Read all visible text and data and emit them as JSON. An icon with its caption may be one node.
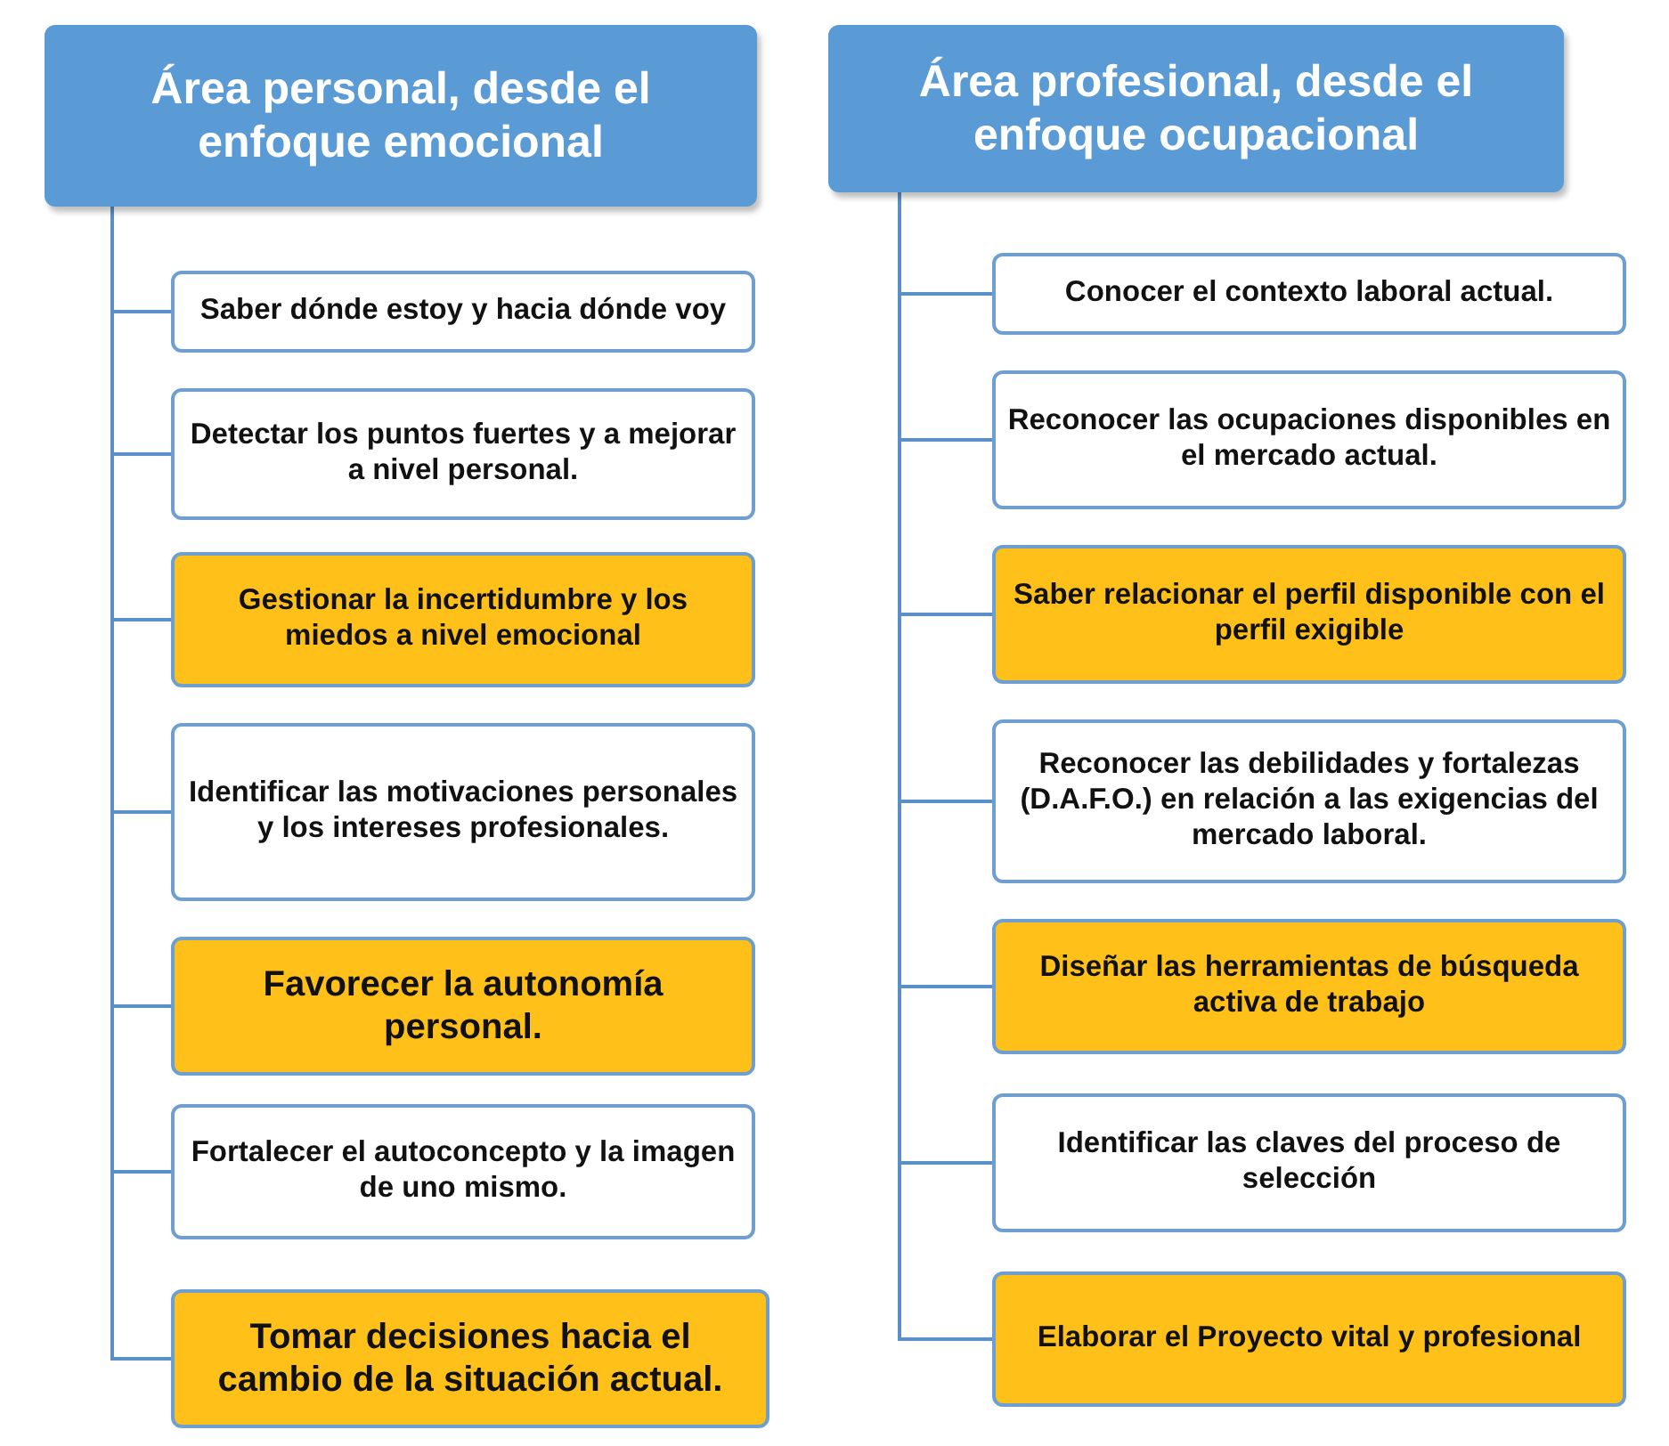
{
  "diagram": {
    "nodes": [
      {
        "text": [
          "Área personal, desde el enfoque emocional"
        ]
      },
      {
        "text": [
          "Saber dónde estoy y hacia dónde voy"
        ]
      },
      {
        "text": [
          "Detectar los puntos fuertes y a mejorar a nivel personal."
        ]
      },
      {
        "text": [
          "Gestionar la incertidumbre y los miedos a nivel emocional"
        ]
      },
      {
        "text": [
          "Identificar las motivaciones personales y los intereses profesionales."
        ]
      },
      {
        "text": [
          "Favorecer la autonomía personal."
        ]
      },
      {
        "text": [
          "Fortalecer el autoconcepto y la imagen de uno mismo."
        ]
      },
      {
        "text": [
          "Tomar decisiones hacia el cambio de la situación actual."
        ]
      },
      {
        "text": [
          "Área profesional, desde el enfoque ocupacional"
        ]
      },
      {
        "text": [
          "Conocer el contexto laboral actual."
        ]
      },
      {
        "text": [
          "Reconocer las ocupaciones disponibles en el mercado actual."
        ]
      },
      {
        "text": [
          "Saber relacionar el perfil disponible con el perfil exigible"
        ]
      },
      {
        "text": [
          "Reconocer las debilidades y fortalezas (D.A.F.O.) en relación a las exigencias del mercado laboral."
        ]
      },
      {
        "text": [
          "Diseñar  las herramientas de búsqueda activa de trabajo"
        ]
      },
      {
        "text": [
          "Identificar las claves del proceso de selección"
        ]
      },
      {
        "text": [
          "Elaborar el Proyecto vital y profesional"
        ]
      }
    ],
    "edges": [
      {
        "from": 0,
        "to": 1,
        "arrow": "none"
      },
      {
        "from": 0,
        "to": 2,
        "arrow": "none"
      },
      {
        "from": 0,
        "to": 3,
        "arrow": "none"
      },
      {
        "from": 0,
        "to": 4,
        "arrow": "none"
      },
      {
        "from": 0,
        "to": 5,
        "arrow": "none"
      },
      {
        "from": 0,
        "to": 6,
        "arrow": "none"
      },
      {
        "from": 0,
        "to": 7,
        "arrow": "none"
      },
      {
        "from": 8,
        "to": 9,
        "arrow": "none"
      },
      {
        "from": 8,
        "to": 10,
        "arrow": "none"
      },
      {
        "from": 8,
        "to": 11,
        "arrow": "none"
      },
      {
        "from": 8,
        "to": 12,
        "arrow": "none"
      },
      {
        "from": 8,
        "to": 13,
        "arrow": "none"
      },
      {
        "from": 8,
        "to": 14,
        "arrow": "none"
      },
      {
        "from": 8,
        "to": 15,
        "arrow": "none"
      }
    ]
  }
}
